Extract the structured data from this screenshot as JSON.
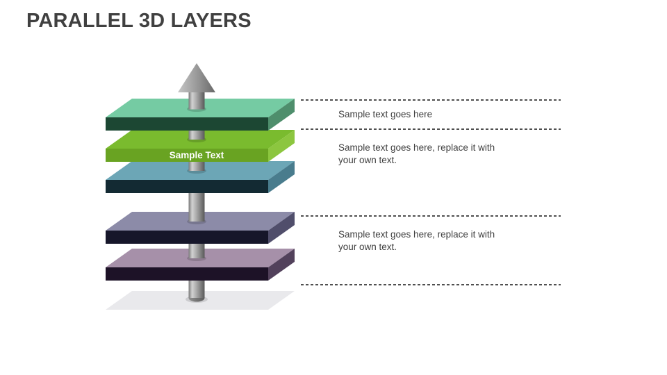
{
  "slide": {
    "title": "PARALLEL 3D LAYERS",
    "title_color": "#404040",
    "background": "#FFFFFF"
  },
  "diagram": {
    "layers": [
      {
        "id": "layer-1",
        "label": "",
        "top_color": "#75CBA3",
        "front_color": "#1C4733",
        "side_color": "#4E8E6C"
      },
      {
        "id": "layer-2",
        "label": "Sample Text",
        "label_color": "#FFFFFF",
        "top_color": "#7ABB2E",
        "front_color": "#69A322",
        "side_color": "#8CC63F"
      },
      {
        "id": "layer-3",
        "label": "",
        "top_color": "#6CA6B6",
        "front_color": "#132A33",
        "side_color": "#497C8D"
      },
      {
        "id": "layer-4",
        "label": "",
        "top_color": "#8C8BA8",
        "front_color": "#16162A",
        "side_color": "#504E6B"
      },
      {
        "id": "layer-5",
        "label": "",
        "top_color": "#A690A9",
        "front_color": "#1D1227",
        "side_color": "#52415B"
      }
    ],
    "shadow_color": "#E9E9EC",
    "arrow": {
      "direction": "up",
      "light": "#D2D2D2",
      "dark": "#595959"
    }
  },
  "annotations": {
    "text_color": "#3F3F3F",
    "divider_color": "#4F4F4F",
    "items": [
      {
        "lines": [
          "Sample text goes here"
        ]
      },
      {
        "lines": [
          "Sample text goes here, replace it with",
          "your own text."
        ]
      },
      {
        "lines": [
          "Sample text goes here, replace it with",
          "your own text."
        ]
      }
    ]
  }
}
